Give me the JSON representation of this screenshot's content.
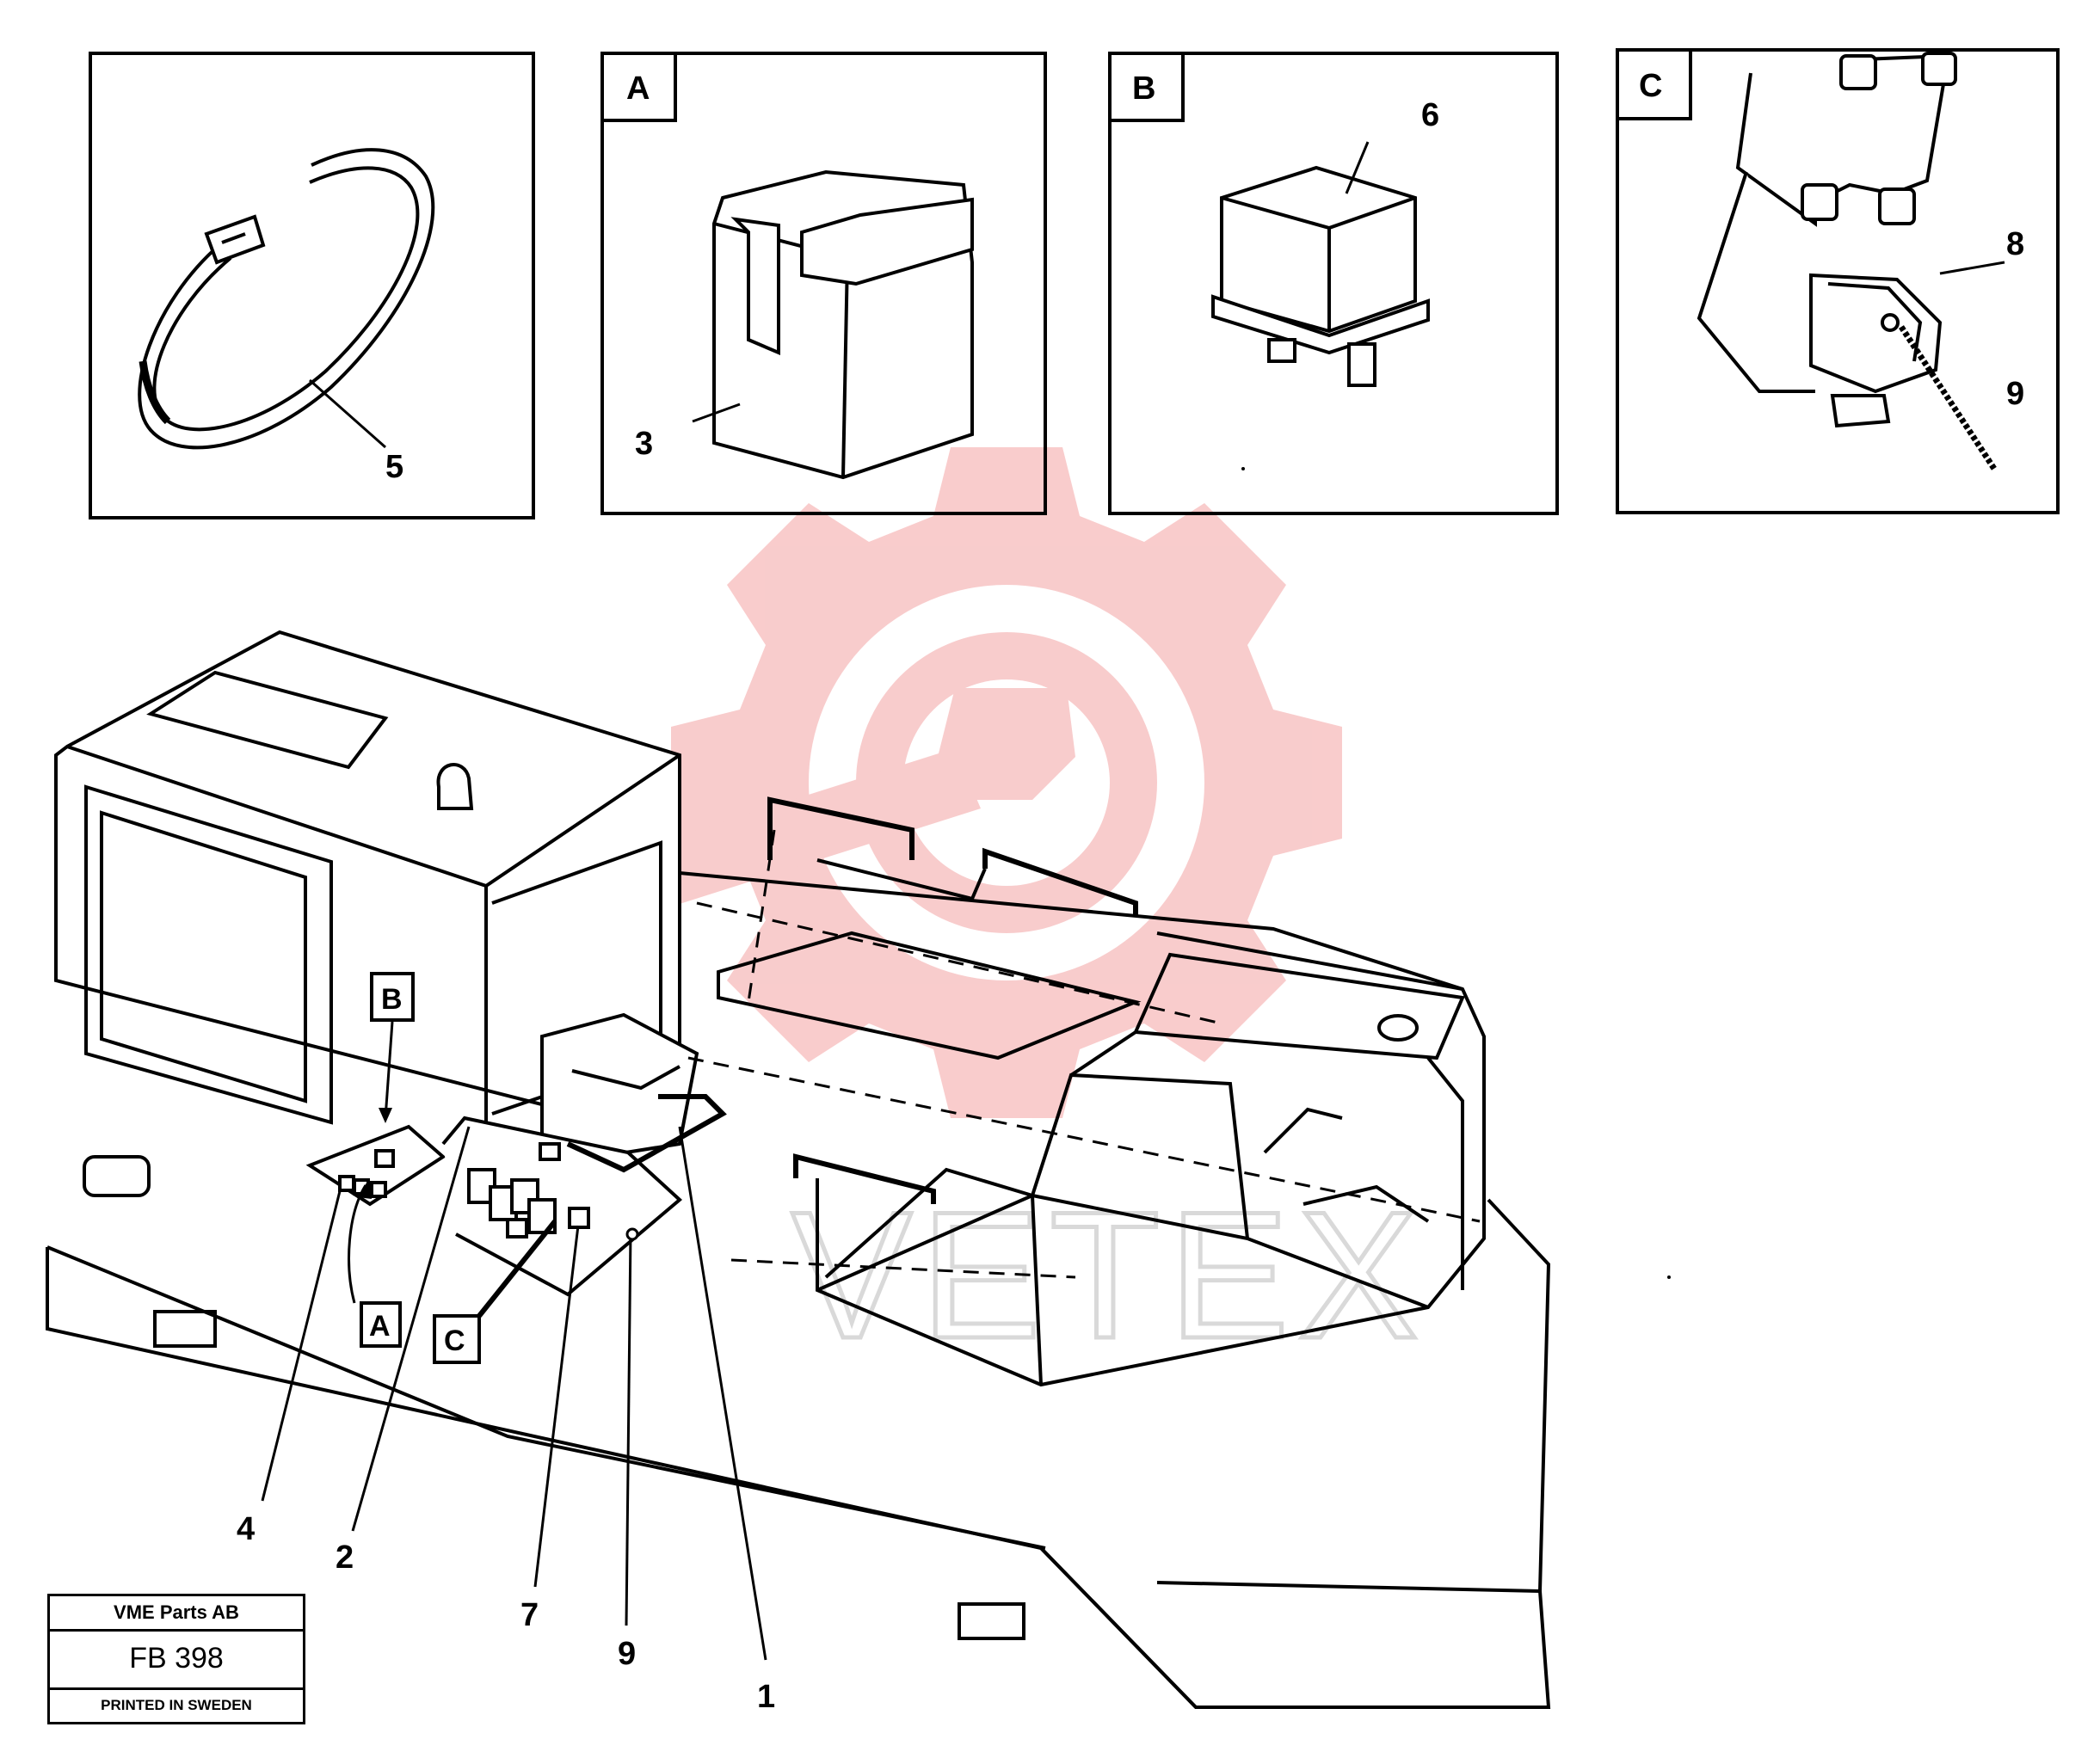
{
  "panels": [
    {
      "id": "detail-5",
      "letter": "",
      "callouts": [
        "5"
      ]
    },
    {
      "id": "detail-A",
      "letter": "A",
      "callouts": [
        "3"
      ]
    },
    {
      "id": "detail-B",
      "letter": "B",
      "callouts": [
        "6"
      ]
    },
    {
      "id": "detail-C",
      "letter": "C",
      "callouts": [
        "8",
        "9"
      ]
    }
  ],
  "main_callouts": {
    "ref_b": "B",
    "ref_a": "A",
    "ref_c": "C",
    "n4": "4",
    "n2": "2",
    "n7": "7",
    "n9": "9",
    "n1": "1"
  },
  "title_block": {
    "company": "VME Parts AB",
    "drawing_no": "FB 398",
    "printed": "PRINTED IN SWEDEN"
  },
  "watermark": {
    "text": "VETEX",
    "color": "#f6b3b3"
  }
}
